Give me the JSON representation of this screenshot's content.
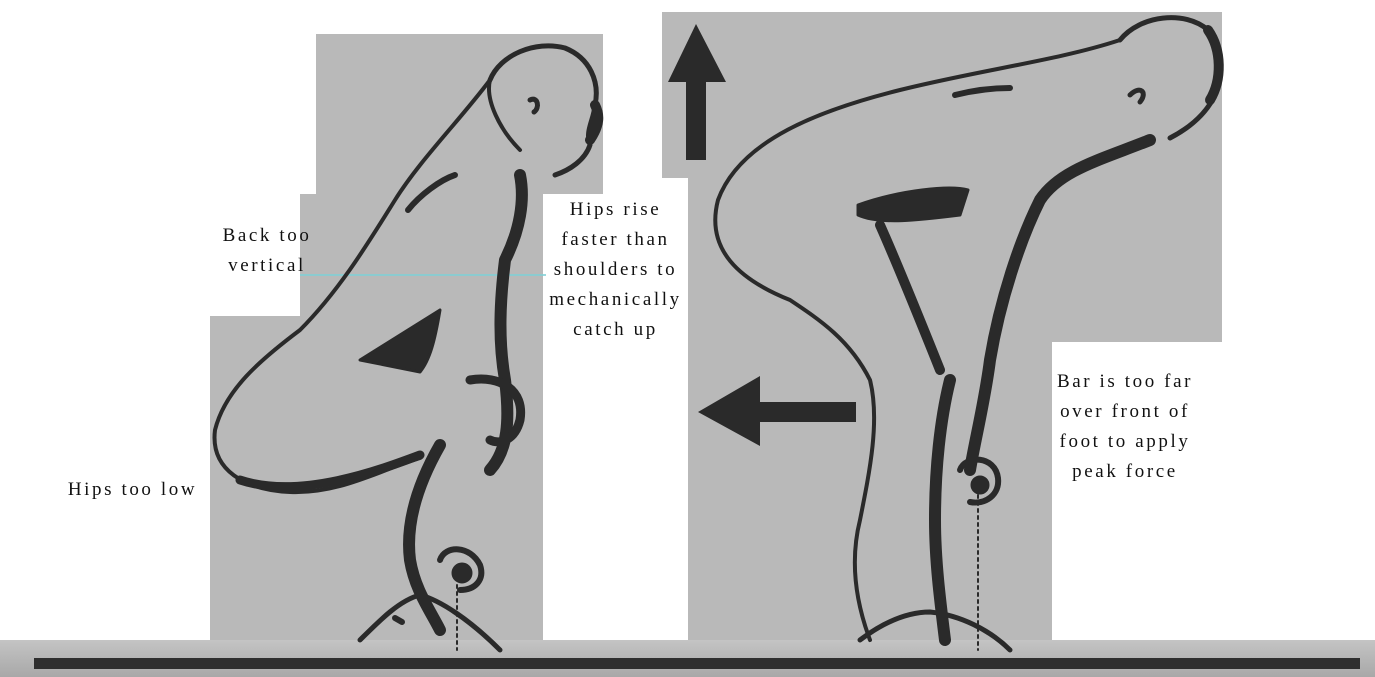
{
  "labels": {
    "back_too_vertical": [
      "Back too",
      "vertical"
    ],
    "hips_rise": [
      "Hips rise",
      "faster than",
      "shoulders to",
      "mechanically",
      "catch up"
    ],
    "hips_too_low": "Hips too low",
    "bar_too_far": [
      "Bar is too far",
      "over front of",
      "foot to apply",
      "peak force"
    ]
  },
  "colors": {
    "paper": "#b9b9b9",
    "ink": "#2a2a2a",
    "floor": "#2f2f2f"
  },
  "icons": [
    "up-arrow-icon",
    "left-arrow-icon"
  ]
}
